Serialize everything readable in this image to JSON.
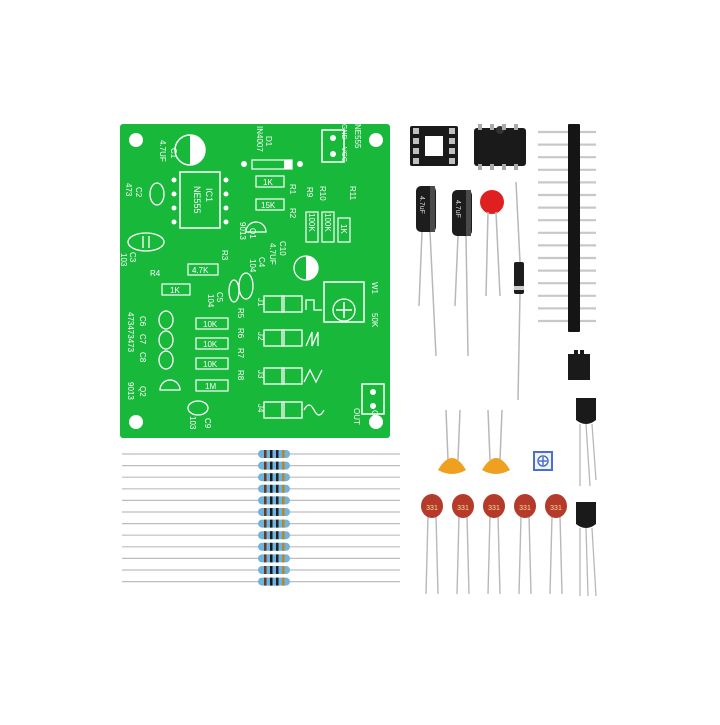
{
  "pcb": {
    "color": "#18b83a",
    "silk_color": "#ffffff",
    "labels": {
      "ne555_top": "NE555",
      "gnd": "GND",
      "vcc": "VCC",
      "d1": "D1",
      "in4007": "IN4007",
      "c1": "C1",
      "c1_val": "4.7UF",
      "c2": "C2",
      "c2_val": "473",
      "ic1": "IC1",
      "ic1_type": "NE555",
      "r1_val": "1K",
      "r1": "R1",
      "r2_val": "15K",
      "r2": "R2",
      "r9": "R9",
      "r9_val": "100K",
      "r10": "R10",
      "r10_val": "100K",
      "r11": "R11",
      "r11_val": "1K",
      "q1": "Q1",
      "q1_type": "9013",
      "c3": "C3",
      "c3_val": "103",
      "c4": "C4",
      "c4_val": "104",
      "c10": "C10",
      "c10_val": "4.7UF",
      "r3": "R3",
      "r3_val": "4.7K",
      "r4": "R4",
      "r4_val": "1K",
      "c5": "C5",
      "c5_val": "104",
      "w1": "W1",
      "w1_val": "50K",
      "r5": "R5",
      "r5_val": "10K",
      "r6": "R6",
      "r6_val": "10K",
      "r7": "R7",
      "r7_val": "10K",
      "r8": "R8",
      "r8_val": "1M",
      "c6": "C6",
      "c7": "C7",
      "c8": "C8",
      "c678_val": "473473473",
      "q2": "Q2",
      "q2_type": "9013",
      "c9": "C9",
      "c9_val": "103",
      "j1": "J1",
      "j2": "J2",
      "j3": "J3",
      "j4": "J4",
      "out": "OUT",
      "gnd2": "GND"
    }
  },
  "components": {
    "electrolytic_label": "4.7uF",
    "ceramic_small_label": "331",
    "resistor_count": 12,
    "ceramic_small_count": 5,
    "header_pin_count": 16
  },
  "colors": {
    "resistor_body": "#6fb3de",
    "electrolytic_body": "#1d1d1d",
    "ceramic_orange": "#f0a020",
    "ceramic_red": "#e02020",
    "ceramic_small": "#b53a2a",
    "lead": "#b8b8b8"
  }
}
